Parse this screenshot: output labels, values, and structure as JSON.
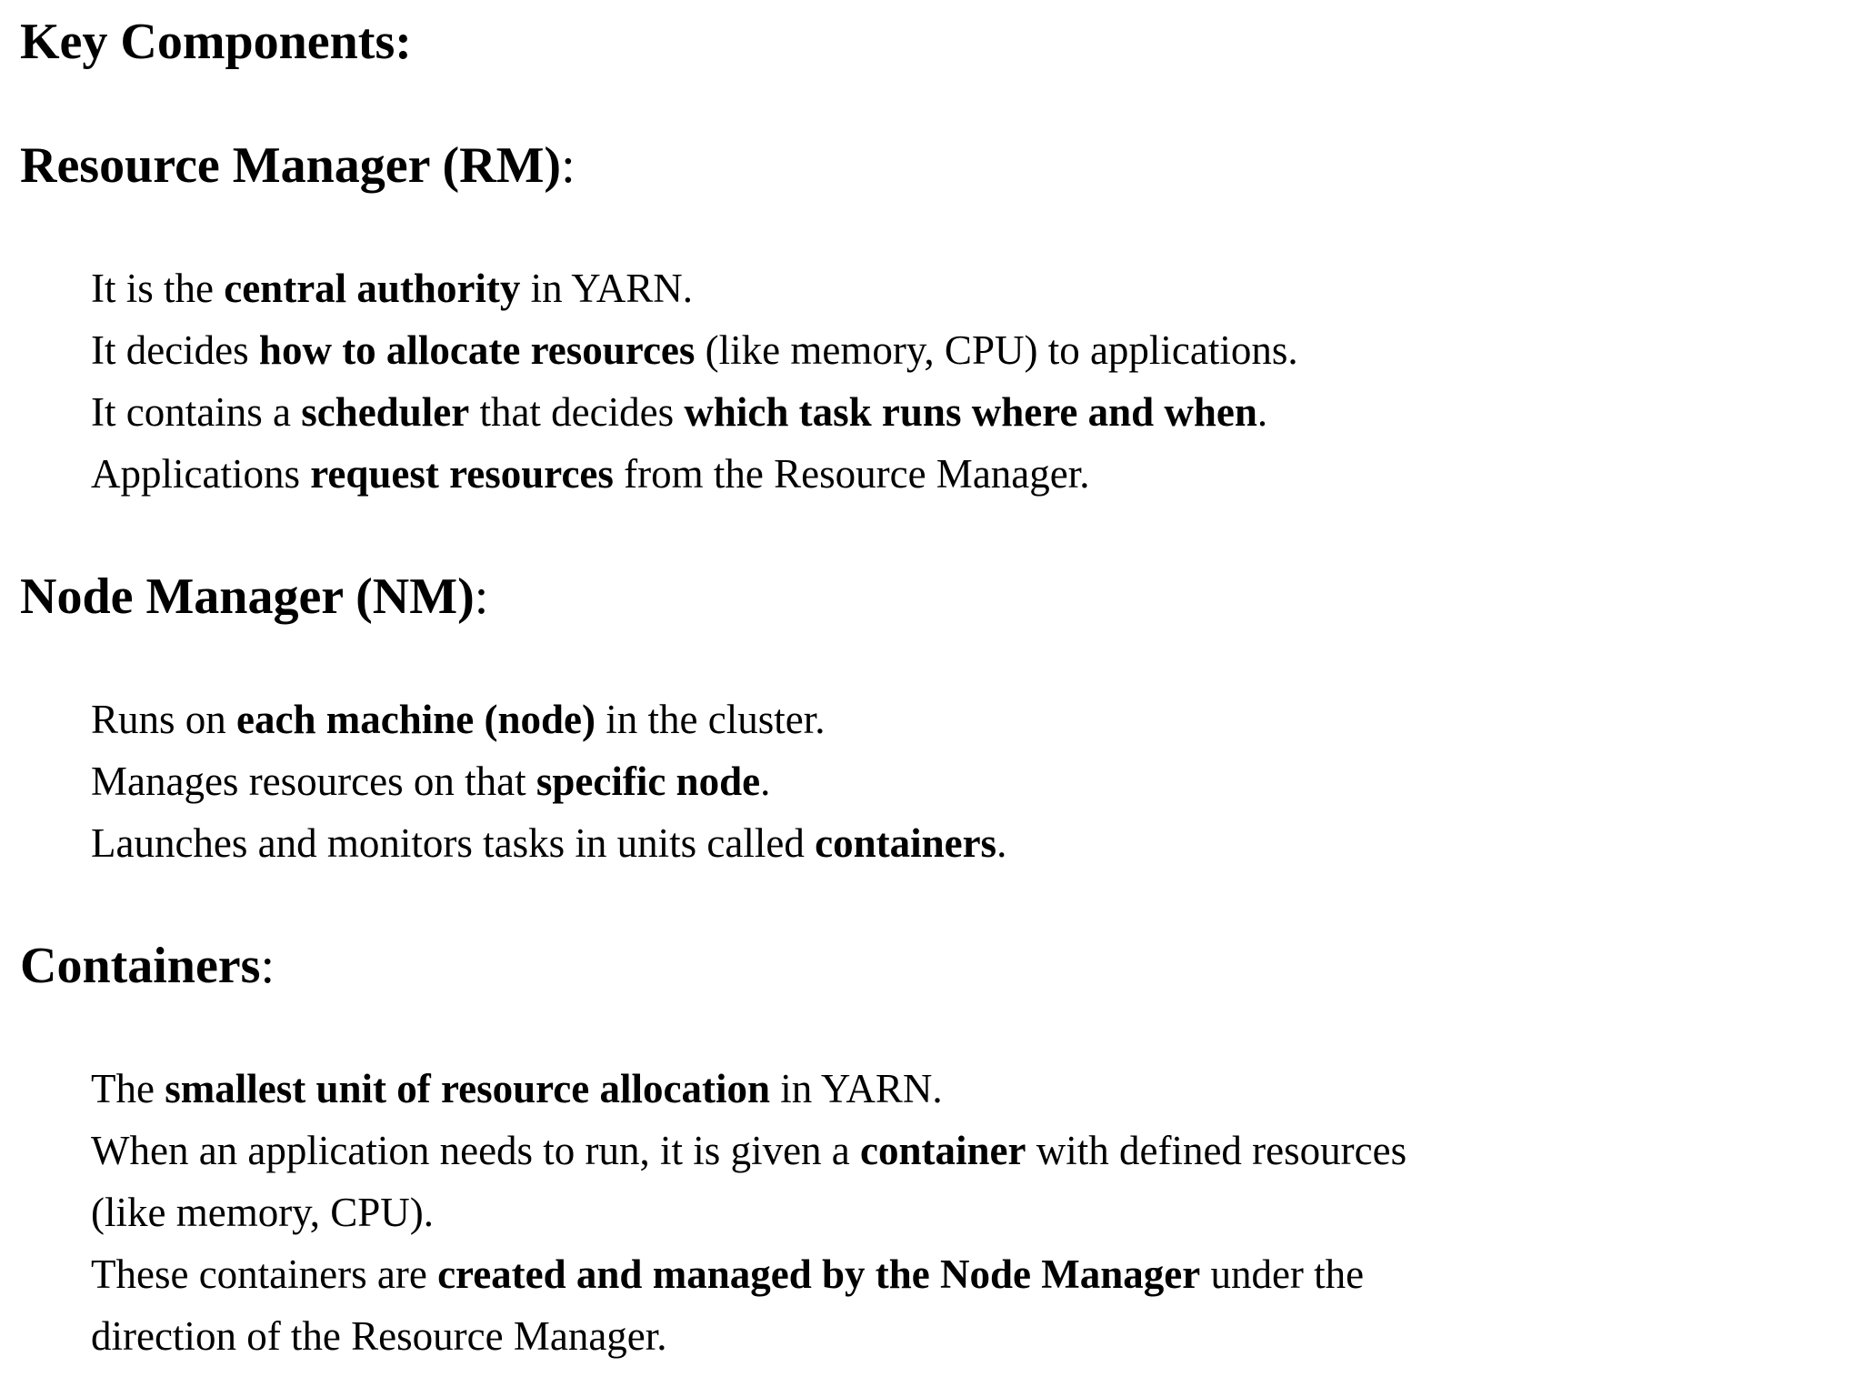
{
  "title": "Key Components:",
  "sections": [
    {
      "id": "resource-manager",
      "heading_bold": "Resource Manager (RM)",
      "heading_suffix": ":",
      "lines": [
        [
          {
            "t": "It is the "
          },
          {
            "t": "central authority",
            "b": 1
          },
          {
            "t": " in YARN."
          }
        ],
        [
          {
            "t": "It decides "
          },
          {
            "t": "how to allocate resources",
            "b": 1
          },
          {
            "t": " (like memory, CPU) to applications."
          }
        ],
        [
          {
            "t": "It contains a "
          },
          {
            "t": "scheduler",
            "b": 1
          },
          {
            "t": " that decides "
          },
          {
            "t": "which task runs where and when",
            "b": 1
          },
          {
            "t": "."
          }
        ],
        [
          {
            "t": "Applications "
          },
          {
            "t": "request resources",
            "b": 1
          },
          {
            "t": " from the Resource Manager."
          }
        ]
      ]
    },
    {
      "id": "node-manager",
      "heading_bold": "Node Manager (NM)",
      "heading_suffix": ":",
      "lines": [
        [
          {
            "t": "Runs on "
          },
          {
            "t": "each machine (node)",
            "b": 1
          },
          {
            "t": " in the cluster."
          }
        ],
        [
          {
            "t": "Manages resources on that "
          },
          {
            "t": "specific node",
            "b": 1
          },
          {
            "t": "."
          }
        ],
        [
          {
            "t": "Launches and monitors tasks in units called "
          },
          {
            "t": "containers",
            "b": 1
          },
          {
            "t": "."
          }
        ]
      ]
    },
    {
      "id": "containers",
      "heading_bold": "Containers",
      "heading_suffix": ":",
      "lines": [
        [
          {
            "t": "The "
          },
          {
            "t": "smallest unit of resource allocation",
            "b": 1
          },
          {
            "t": " in YARN."
          }
        ],
        [
          {
            "t": "When an application needs to run, it is given a "
          },
          {
            "t": "container",
            "b": 1
          },
          {
            "t": " with defined resources"
          }
        ],
        [
          {
            "t": "(like memory, CPU)."
          }
        ],
        [
          {
            "t": "These containers are "
          },
          {
            "t": "created and managed by the Node Manager",
            "b": 1
          },
          {
            "t": " under the"
          }
        ],
        [
          {
            "t": "direction of the Resource Manager."
          }
        ]
      ]
    }
  ]
}
